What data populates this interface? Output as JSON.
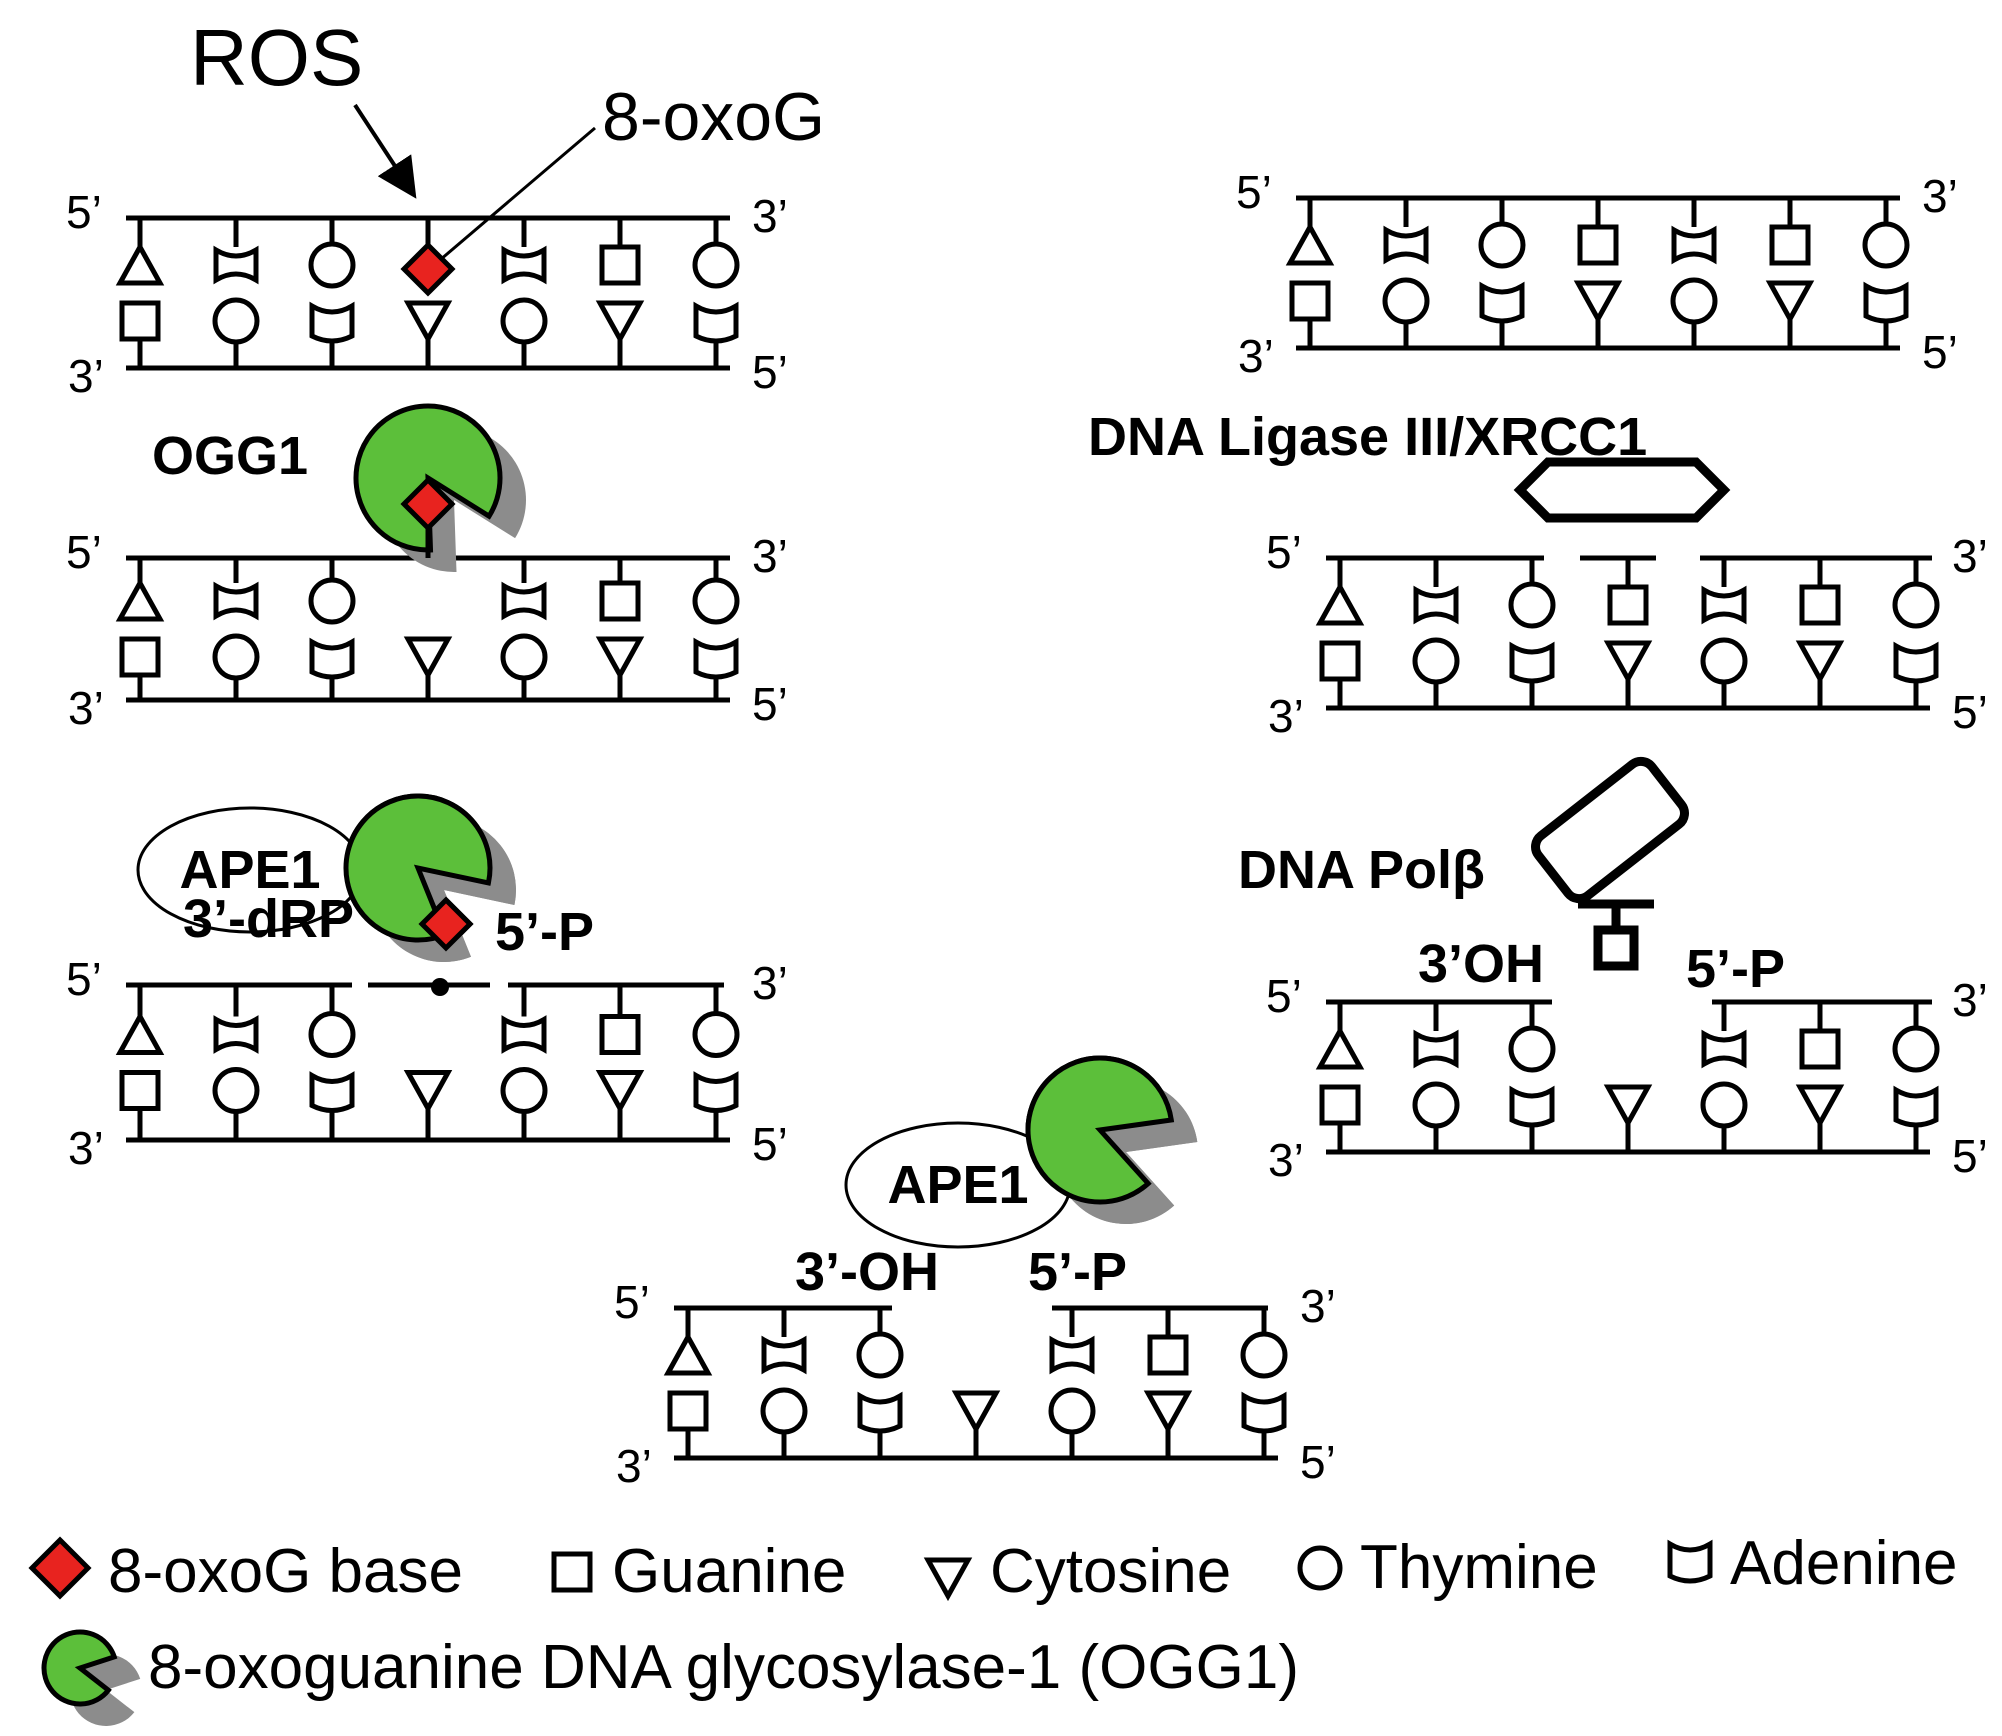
{
  "labels": {
    "ros": "ROS",
    "oxog": "8-oxoG",
    "ogg1": "OGG1",
    "ape1_a": "APE1",
    "ape1_b": "APE1",
    "drp3": "3’-dRP",
    "p5_a": "5’-P",
    "oh3_a": "3’-OH",
    "p5_b": "5’-P",
    "ligase": "DNA Ligase III/XRCC1",
    "polb": "DNA Polβ",
    "oh3_b": "3’OH",
    "p5_c": "5’-P"
  },
  "strand_ends": {
    "five": "5’",
    "three": "3’"
  },
  "legend": {
    "oxog_base": "8-oxoG base",
    "guanine": "Guanine",
    "cytosine": "Cytosine",
    "thymine": "Thymine",
    "adenine": "Adenine",
    "ogg1_full": "8-oxoguanine DNA glycosylase-1 (OGG1)"
  },
  "colors": {
    "oxog": "#e8231f",
    "ogg1_green": "#5cbf3a",
    "ogg1_shadow": "#8c8c8c",
    "stroke": "#000000"
  },
  "icons": [
    "8-oxog-diamond-icon",
    "guanine-square-icon",
    "cytosine-triangle-icon",
    "thymine-circle-icon",
    "adenine-cup-icon",
    "ogg1-enzyme-icon",
    "ligase-hexagon-icon",
    "polb-rectangle-icon",
    "ape1-ellipse-icon"
  ]
}
